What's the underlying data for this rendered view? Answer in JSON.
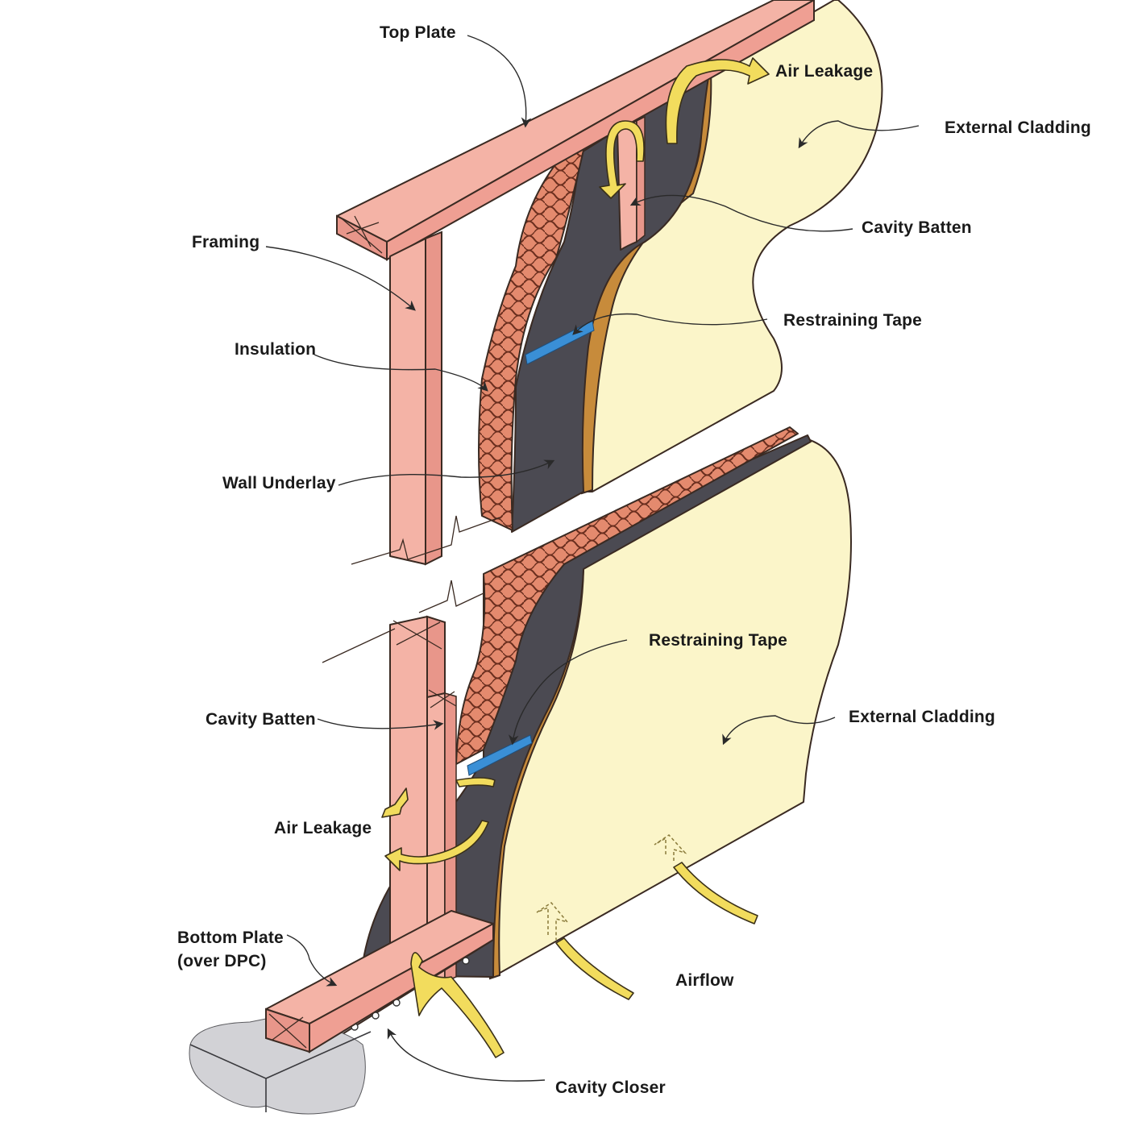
{
  "labels": {
    "top_plate": "Top Plate",
    "air_leakage_top": "Air Leakage",
    "external_cladding_top": "External Cladding",
    "framing": "Framing",
    "cavity_batten_top": "Cavity Batten",
    "restraining_tape_top": "Restraining Tape",
    "insulation": "Insulation",
    "wall_underlay": "Wall Underlay",
    "restraining_tape_bottom": "Restraining Tape",
    "external_cladding_bottom": "External Cladding",
    "cavity_batten_bottom": "Cavity Batten",
    "air_leakage_bottom": "Air Leakage",
    "bottom_plate_line1": "Bottom Plate",
    "bottom_plate_line2": "(over DPC)",
    "airflow": "Airflow",
    "cavity_closer": "Cavity Closer"
  },
  "colors": {
    "framing_timber": "#f4b3a6",
    "framing_shadow": "#e8968a",
    "cladding": "#fbf5c9",
    "underlay": "#4b4a52",
    "insulation": "#e48a6e",
    "restraining_tape": "#3a8fd6",
    "air_arrow": "#f2dc5d",
    "cavity_closer": "#e2e2e4",
    "concrete": "#d2d2d6"
  }
}
